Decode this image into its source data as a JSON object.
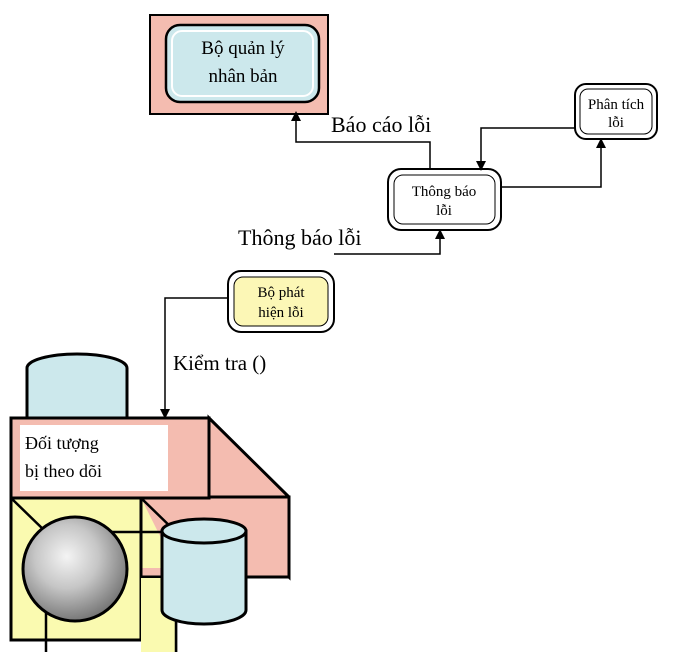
{
  "colors": {
    "salmon": "#f4bcb0",
    "light_cyan": "#cce8ec",
    "cream": "#fcf7b6",
    "yellow": "#fafab0",
    "sphere_light": "#f4f4f4",
    "sphere_dark": "#6a6a6a",
    "stroke": "#000000",
    "background": "#ffffff"
  },
  "nodes": {
    "replica_manager": {
      "line1": "Bộ quản lý",
      "line2": "nhân bản"
    },
    "failure_analysis": {
      "line1": "Phân tích",
      "line2": "lỗi"
    },
    "failure_notification": {
      "line1": "Thông báo",
      "line2": "lỗi"
    },
    "failure_detector": {
      "line1": "Bộ phát",
      "line2": "hiện lỗi"
    },
    "monitored_object": {
      "line1": "Đối tượng",
      "line2": "bị theo dõi"
    }
  },
  "edges": {
    "report": "Báo cáo lỗi",
    "notify": "Thông báo lỗi",
    "check": "Kiểm tra ()"
  }
}
